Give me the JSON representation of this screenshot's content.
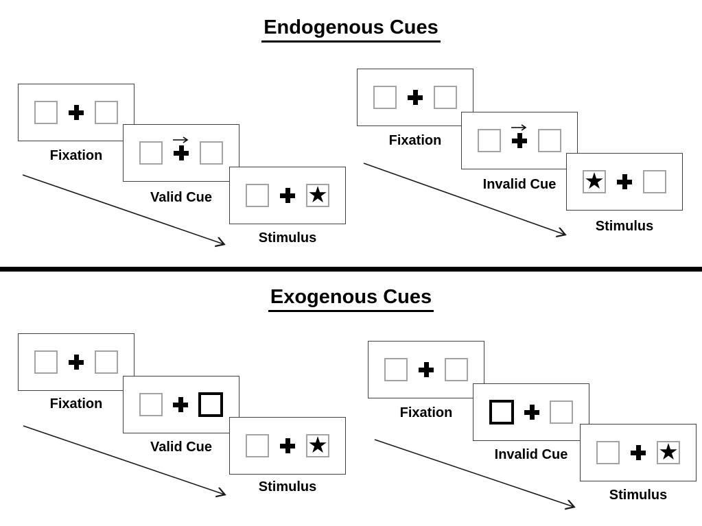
{
  "glyphs": {
    "star": "★"
  },
  "colors": {
    "ink": "#000000",
    "card_border": "#3f3f3f",
    "box_border": "#a3a3a3",
    "cue_box_border": "#000000",
    "background": "#ffffff"
  },
  "sections": [
    {
      "title": "Endogenous Cues",
      "panels": [
        {
          "name": "endogenous-valid-trial",
          "cards": [
            {
              "label": "Fixation",
              "left_box": "empty",
              "right_box": "empty",
              "cue_arrow": false
            },
            {
              "label": "Valid Cue",
              "left_box": "empty",
              "right_box": "empty",
              "cue_arrow": true
            },
            {
              "label": "Stimulus",
              "left_box": "empty",
              "right_box": "star",
              "cue_arrow": false
            }
          ]
        },
        {
          "name": "endogenous-invalid-trial",
          "cards": [
            {
              "label": "Fixation",
              "left_box": "empty",
              "right_box": "empty",
              "cue_arrow": false
            },
            {
              "label": "Invalid Cue",
              "left_box": "empty",
              "right_box": "empty",
              "cue_arrow": true
            },
            {
              "label": "Stimulus",
              "left_box": "star",
              "right_box": "empty",
              "cue_arrow": false
            }
          ]
        }
      ]
    },
    {
      "title": "Exogenous Cues",
      "panels": [
        {
          "name": "exogenous-valid-trial",
          "cards": [
            {
              "label": "Fixation",
              "left_box": "empty",
              "right_box": "empty",
              "cue_arrow": false
            },
            {
              "label": "Valid Cue",
              "left_box": "empty",
              "right_box": "cue",
              "cue_arrow": false
            },
            {
              "label": "Stimulus",
              "left_box": "empty",
              "right_box": "star",
              "cue_arrow": false
            }
          ]
        },
        {
          "name": "exogenous-invalid-trial",
          "cards": [
            {
              "label": "Fixation",
              "left_box": "empty",
              "right_box": "empty",
              "cue_arrow": false
            },
            {
              "label": "Invalid Cue",
              "left_box": "cue",
              "right_box": "empty",
              "cue_arrow": false
            },
            {
              "label": "Stimulus",
              "left_box": "empty",
              "right_box": "star",
              "cue_arrow": false
            }
          ]
        }
      ]
    }
  ]
}
